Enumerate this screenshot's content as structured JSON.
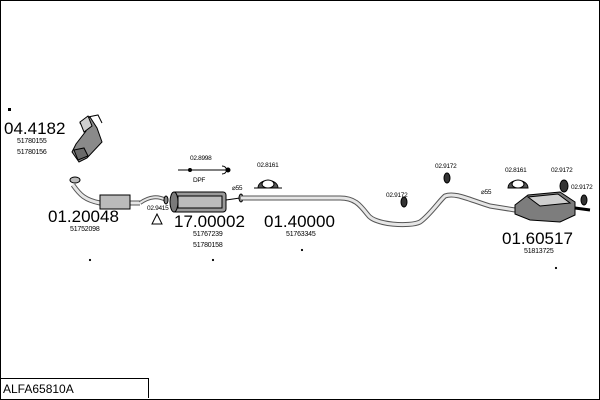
{
  "title": "ALFA65810A",
  "labels": {
    "cat_code": "04.4182",
    "cat_ref1": "51780155",
    "cat_ref2": "51780156",
    "front_code": "01.20048",
    "front_ref": "51752098",
    "gasket_9415": "02.9415",
    "dpf_code": "17.00002",
    "dpf_ref1": "51767239",
    "dpf_ref2": "51780158",
    "dpf_text": "DPF",
    "kit_8998": "02.8998",
    "d55_a": "⌀55",
    "hanger_8161_a": "02.8161",
    "mid_code": "01.40000",
    "mid_ref": "51763345",
    "clamp_9172_a": "02.9172",
    "clamp_9172_b": "02.9172",
    "d55_b": "⌀55",
    "hanger_8161_b": "02.8161",
    "clamp_9172_c": "02.9172",
    "clamp_9172_d": "02.9172",
    "rear_code": "01.60517",
    "rear_ref": "51813725"
  }
}
